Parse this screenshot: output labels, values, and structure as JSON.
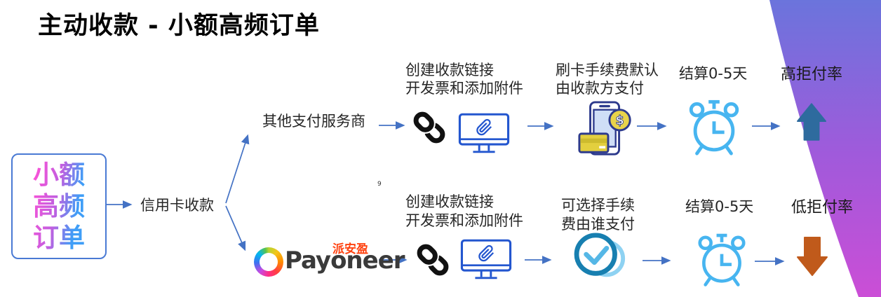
{
  "title": "主动收款 - 小额高频订单",
  "source_box": {
    "line1": "小额",
    "line2": "高频",
    "line3": "订单"
  },
  "credit_label": "信用卡收款",
  "stray_text": "9",
  "top": {
    "provider": "其他支付服务商",
    "create_l1": "创建收款链接",
    "create_l2": "开发票和添加附件",
    "fee_l1": "刷卡手续费默认",
    "fee_l2": "由收款方支付",
    "settle": "结算0-5天",
    "result": "高拒付率"
  },
  "bottom": {
    "provider_en": "Payoneer",
    "provider_cn": "派安盈",
    "create_l1": "创建收款链接",
    "create_l2": "开发票和添加附件",
    "fee_l1": "可选择手续",
    "fee_l2": "费由谁支付",
    "settle": "结算0-5天",
    "result": "低拒付率"
  },
  "icons": {
    "chain": "chain-link-icon",
    "monitor": "monitor-paperclip-icon",
    "phone": "phone-payment-icon",
    "clock": "alarm-clock-icon",
    "check": "check-circle-icon",
    "up": "up-trend-arrow-icon",
    "down": "down-trend-arrow-icon"
  },
  "colors": {
    "connector_blue": "#4472c4",
    "box_border": "#4a7ad4",
    "gradient_pink": "#f653d8",
    "gradient_blue": "#3f9ef7",
    "chain_black": "#111111",
    "monitor_blue": "#2356cf",
    "navy": "#2d3a8c",
    "coin_yellow": "#e8d34a",
    "card_yellow": "#e3cf3e",
    "clock_blue": "#47b5f0",
    "check_dark": "#177fb0",
    "check_light": "#8ed2f2",
    "check_mark": "#55b7e6",
    "up_arrow": "#2e6b9e",
    "down_arrow": "#c05a1b",
    "payoneer_text": "#3a3a3a",
    "payoneer_cn": "#ff4210",
    "wedge_top": "#6b74dc",
    "wedge_mid": "#a05adb",
    "wedge_bottom": "#cb4ed6"
  }
}
